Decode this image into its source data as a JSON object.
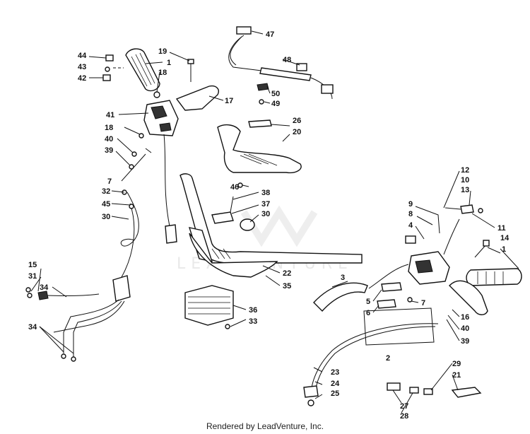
{
  "watermark": "LEADVENTURE",
  "footer": "Rendered by LeadVenture, Inc.",
  "callouts": {
    "n1a": "1",
    "n1b": "1",
    "n2": "2",
    "n3": "3",
    "n4": "4",
    "n5": "5",
    "n6": "6",
    "n7a": "7",
    "n7b": "7",
    "n8": "8",
    "n9": "9",
    "n10": "10",
    "n11": "11",
    "n12": "12",
    "n13": "13",
    "n14": "14",
    "n15": "15",
    "n16": "16",
    "n17": "17",
    "n18a": "18",
    "n18b": "18",
    "n19": "19",
    "n20": "20",
    "n21": "21",
    "n22": "22",
    "n23": "23",
    "n24": "24",
    "n25": "25",
    "n26": "26",
    "n27": "27",
    "n28": "28",
    "n29": "29",
    "n30a": "30",
    "n30b": "30",
    "n31": "31",
    "n32": "32",
    "n33": "33",
    "n34a": "34",
    "n34b": "34",
    "n35": "35",
    "n36": "36",
    "n37": "37",
    "n38": "38",
    "n39a": "39",
    "n39b": "39",
    "n40a": "40",
    "n40b": "40",
    "n41": "41",
    "n42": "42",
    "n43": "43",
    "n44": "44",
    "n45": "45",
    "n46": "46",
    "n47": "47",
    "n48": "48",
    "n49": "49",
    "n50": "50"
  }
}
